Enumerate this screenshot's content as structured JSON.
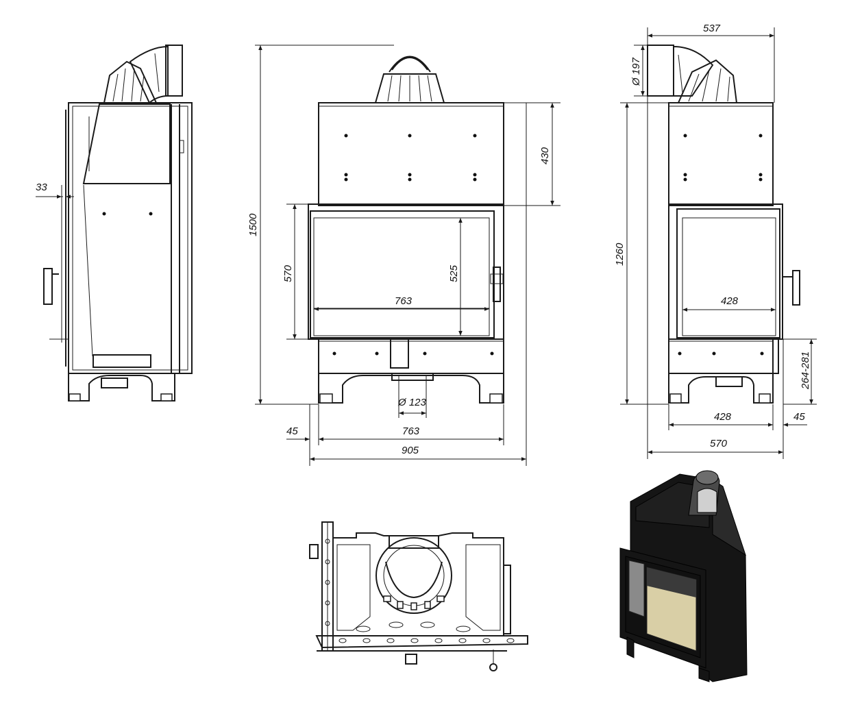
{
  "dimensions": {
    "total_height": "1500",
    "upper_height": "430",
    "door_height": "570",
    "glass_height": "525",
    "glass_width": "763",
    "bottom_width": "763",
    "total_width": "905",
    "left_offset": "45",
    "flue_diameter": "Ø 123",
    "side_width_top": "537",
    "side_flue_diameter": "Ø 197",
    "side_height": "1260",
    "side_glass_width": "428",
    "side_bottom_width": "428",
    "side_offset": "45",
    "side_total_width": "570",
    "side_leg_range": "264-281",
    "left_view_offset": "33"
  },
  "colors": {
    "line": "#1a1a1a",
    "render_body": "#151515",
    "render_glass": "#d9cfa6"
  }
}
